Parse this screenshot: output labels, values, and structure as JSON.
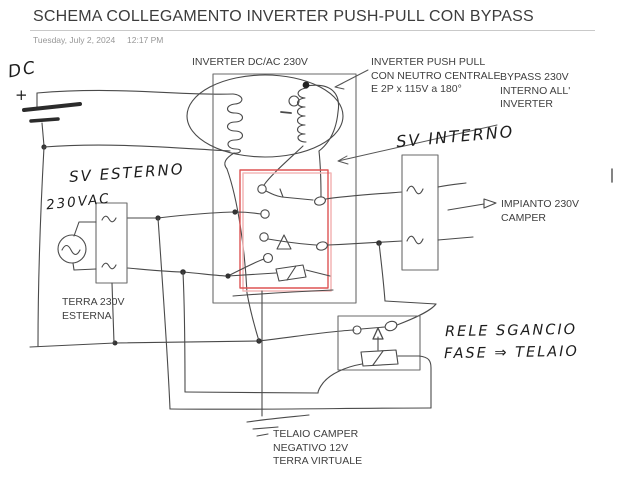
{
  "header": {
    "title": "SCHEMA COLLEGAMENTO INVERTER PUSH-PULL CON BYPASS",
    "date": "Tuesday, July 2, 2024",
    "time": "12:17 PM"
  },
  "typed_notes": {
    "inverter_label": "INVERTER DC/AC 230V",
    "push_pull": {
      "lines": [
        "INVERTER PUSH PULL",
        "CON NEUTRO CENTRALE",
        "E 2P x 115V a 180°"
      ]
    },
    "bypass": {
      "lines": [
        "BYPASS 230V",
        "INTERNO ALL'",
        "INVERTER"
      ]
    },
    "impianto": {
      "lines": [
        "IMPIANTO 230V",
        "CAMPER"
      ]
    },
    "terra_esterna": {
      "lines": [
        "TERRA 230V",
        "ESTERNA"
      ]
    },
    "telaio": {
      "lines": [
        "TELAIO CAMPER",
        "NEGATIVO 12V",
        "TERRA VIRTUALE"
      ]
    }
  },
  "handwritten": {
    "dc": "DC",
    "plus": "+",
    "sv_esterno": "SV ESTERNO",
    "ac_230": "230VAC",
    "sv_interno": "SV INTERNO",
    "rele_line1": "RELE SGANCIO",
    "rele_line2": "FASE ⇒ TELAIO"
  },
  "colors": {
    "ink": "#4a4a4a",
    "box": "#6a6a6a",
    "highlight_red": "#dd5454",
    "highlight_pink": "#f4b9b9",
    "typed_text": "#3f3f3f",
    "rule_gray": "#c9c9c9"
  }
}
